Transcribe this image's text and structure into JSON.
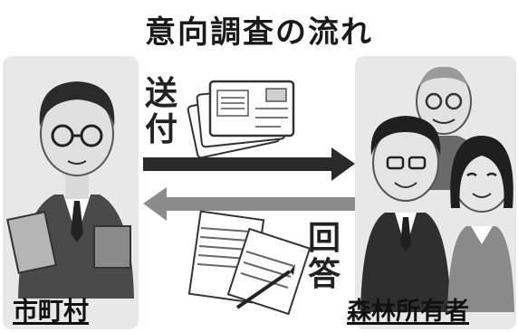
{
  "title": "意向調査の流れ",
  "left_party": {
    "label": "市町村"
  },
  "right_party": {
    "label": "森林所有者"
  },
  "send": {
    "chars": [
      "送",
      "付"
    ]
  },
  "reply": {
    "chars": [
      "回",
      "答"
    ]
  },
  "colors": {
    "send_arrow": "#2a2a2a",
    "reply_arrow": "#8c8c8c",
    "panel": "#e8e8e8"
  }
}
